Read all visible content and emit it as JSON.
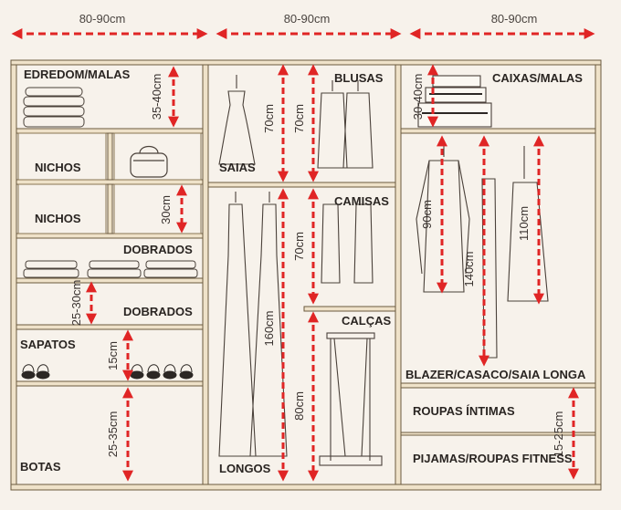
{
  "widths": [
    "80-90cm",
    "80-90cm",
    "80-90cm"
  ],
  "column1": {
    "edredom": "EDREDOM/MALAS",
    "edredom_height": "35-40cm",
    "nichos_1": "NICHOS",
    "nichos_2": "NICHOS",
    "nichos_height": "30cm",
    "dobrados_1": "DOBRADOS",
    "dobrados_2": "DOBRADOS",
    "dobrados_height": "25-30cm",
    "sapatos": "SAPATOS",
    "sapatos_height": "15cm",
    "botas": "BOTAS",
    "botas_height": "25-35cm"
  },
  "column2": {
    "saias": "SAIAS",
    "saias_height": "70cm",
    "blusas": "BLUSAS",
    "blusas_height": "70cm",
    "camisas": "CAMISAS",
    "camisas_height": "70cm",
    "longos": "LONGOS",
    "longos_height": "160cm",
    "calcas": "CALÇAS",
    "calcas_height": "80cm"
  },
  "column3": {
    "caixas": "CAIXAS/MALAS",
    "caixas_height": "30-40cm",
    "jacket_height": "90cm",
    "long_height": "140cm",
    "long_height_2": "110cm",
    "blazer": "BLAZER/CASACO/SAIA LONGA",
    "intimas": "ROUPAS ÍNTIMAS",
    "pijamas": "PIJAMAS/ROUPAS FITNESS",
    "drawers_height": "15-25cm"
  },
  "colors": {
    "wood": "#b89a6a",
    "arrow": "#e02525",
    "ink": "#2a2522",
    "background": "#f7f2eb"
  }
}
